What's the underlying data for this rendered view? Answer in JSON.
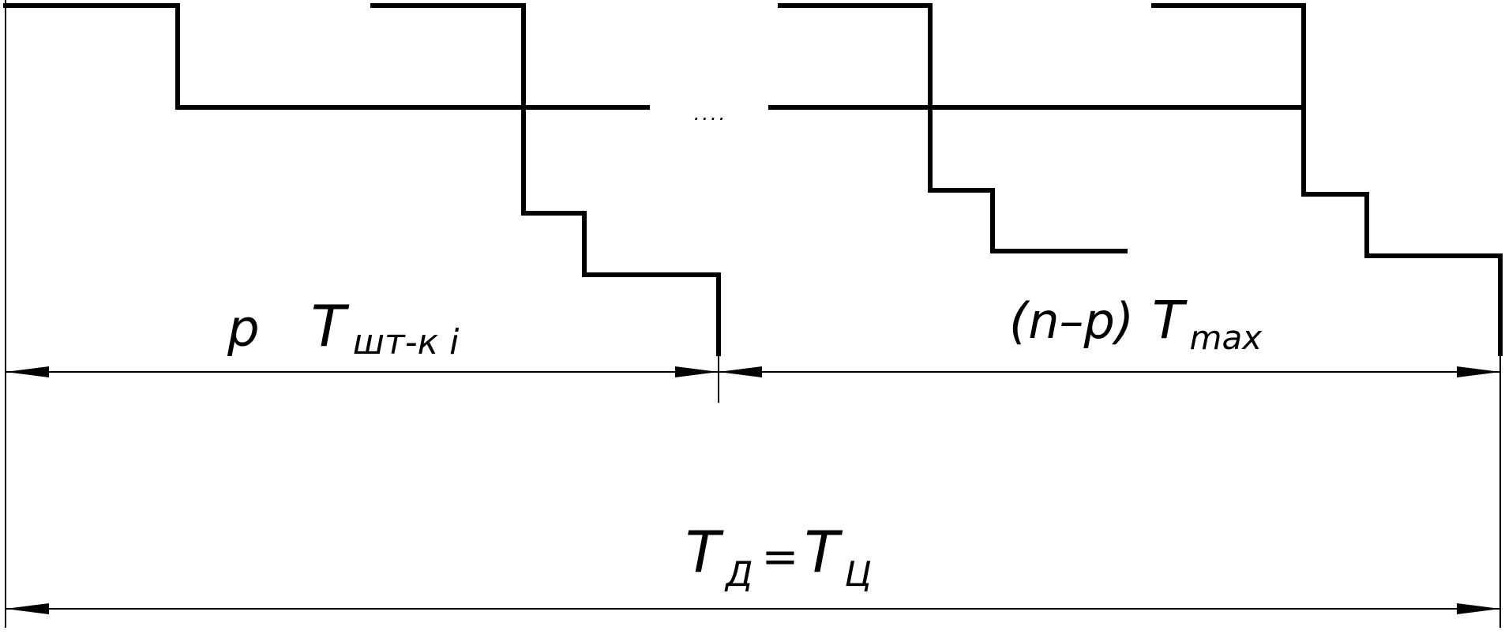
{
  "dimensions": {
    "first_group": {
      "count": "p",
      "symbol": "T",
      "subscript": "шт-к i"
    },
    "second_group": {
      "count": "(n–p)",
      "symbol": "T",
      "subscript": "max"
    },
    "total": {
      "left_symbol": "T",
      "left_subscript": "Д",
      "equals": "=",
      "right_symbol": "T",
      "right_subscript": "Ц"
    }
  },
  "ellipsis": "....",
  "colors": {
    "line": "#000000",
    "background": "#ffffff"
  }
}
